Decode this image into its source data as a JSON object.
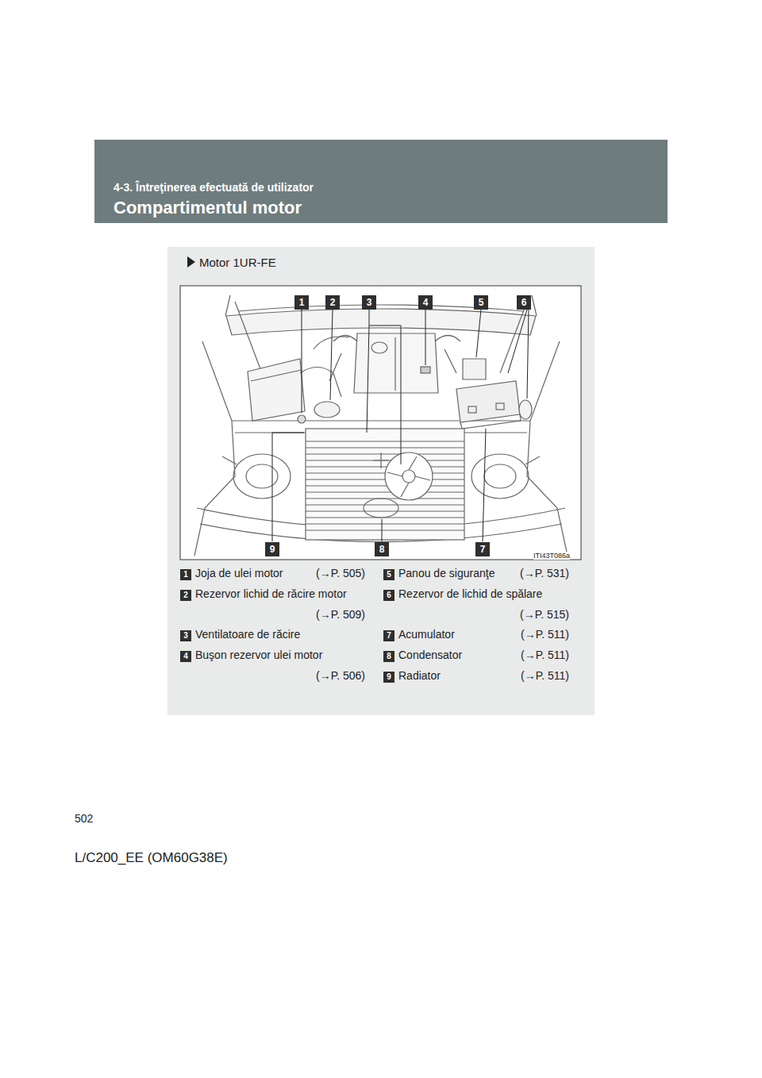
{
  "diagram": {
    "title": "Compartimentul motor",
    "nodes": [
      {
        "text": [
          "4-3. Întreţinerea efectuată de utilizator",
          "Compartimentul motor"
        ]
      },
      {
        "text": [
          "Motor 1UR-FE"
        ]
      },
      {
        "text": [
          "1"
        ],
        "in": 1
      },
      {
        "text": [
          "2"
        ],
        "in": 1
      },
      {
        "text": [
          "3"
        ],
        "in": 1
      },
      {
        "text": [
          "4"
        ],
        "in": 1
      },
      {
        "text": [
          "5"
        ],
        "in": 1
      },
      {
        "text": [
          "6"
        ],
        "in": 1
      },
      {
        "text": [
          "9"
        ],
        "in": 1
      },
      {
        "text": [
          "8"
        ],
        "in": 1
      },
      {
        "text": [
          "7"
        ],
        "in": 1
      },
      {
        "text": [
          "1",
          "Joja de ulei motor",
          "(→P. 505)"
        ],
        "in": 1
      },
      {
        "text": [
          "2",
          "Rezervor lichid de răcire motor",
          "(→P. 509)"
        ],
        "in": 1
      },
      {
        "text": [
          "3",
          "Ventilatoare de răcire"
        ],
        "in": 1
      },
      {
        "text": [
          "4",
          "Buşon rezervor ulei motor",
          "(→P. 506)"
        ],
        "in": 1
      },
      {
        "text": [
          "5",
          "Panou de siguranţe",
          "(→P. 531)"
        ],
        "in": 1
      },
      {
        "text": [
          "6",
          "Rezervor de lichid de spălare",
          "(→P. 515)"
        ],
        "in": 1
      },
      {
        "text": [
          "7",
          "Acumulator",
          "(→P. 511)"
        ],
        "in": 1
      },
      {
        "text": [
          "8",
          "Condensator",
          "(→P. 511)"
        ],
        "in": 1
      },
      {
        "text": [
          "9",
          "Radiator",
          "(→P. 511)"
        ],
        "in": 1
      }
    ],
    "labels": [
      "ITI43T086a",
      "502",
      "L/C200_EE (OM60G38E)"
    ]
  }
}
